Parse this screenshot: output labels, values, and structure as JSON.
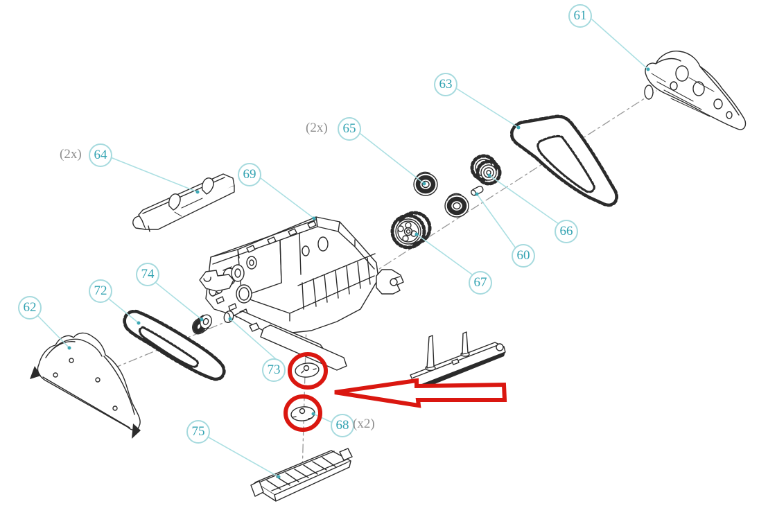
{
  "diagram": {
    "kind": "exploded-parts-diagram",
    "background_color": "#ffffff",
    "colors": {
      "callout_number": "#33a3b2",
      "callout_circle": "#a6dade",
      "leader_line": "#abdfe2",
      "anchor_dot": "#3fa9b6",
      "quantity_text": "#8d8d8d",
      "part_outline": "#2b2b2b",
      "centerline": "#979797",
      "highlight": "#da1710"
    },
    "callouts": [
      {
        "number": "60",
        "quantity": ""
      },
      {
        "number": "61",
        "quantity": ""
      },
      {
        "number": "62",
        "quantity": ""
      },
      {
        "number": "63",
        "quantity": ""
      },
      {
        "number": "64",
        "quantity": "(2x)"
      },
      {
        "number": "65",
        "quantity": "(2x)"
      },
      {
        "number": "66",
        "quantity": ""
      },
      {
        "number": "67",
        "quantity": ""
      },
      {
        "number": "68",
        "quantity": "(x2)"
      },
      {
        "number": "69",
        "quantity": ""
      },
      {
        "number": "72",
        "quantity": ""
      },
      {
        "number": "73",
        "quantity": ""
      },
      {
        "number": "74",
        "quantity": ""
      },
      {
        "number": "75",
        "quantity": ""
      }
    ],
    "highlights": {
      "circled_parts": [
        "73",
        "68"
      ],
      "arrow_direction": "left"
    }
  }
}
